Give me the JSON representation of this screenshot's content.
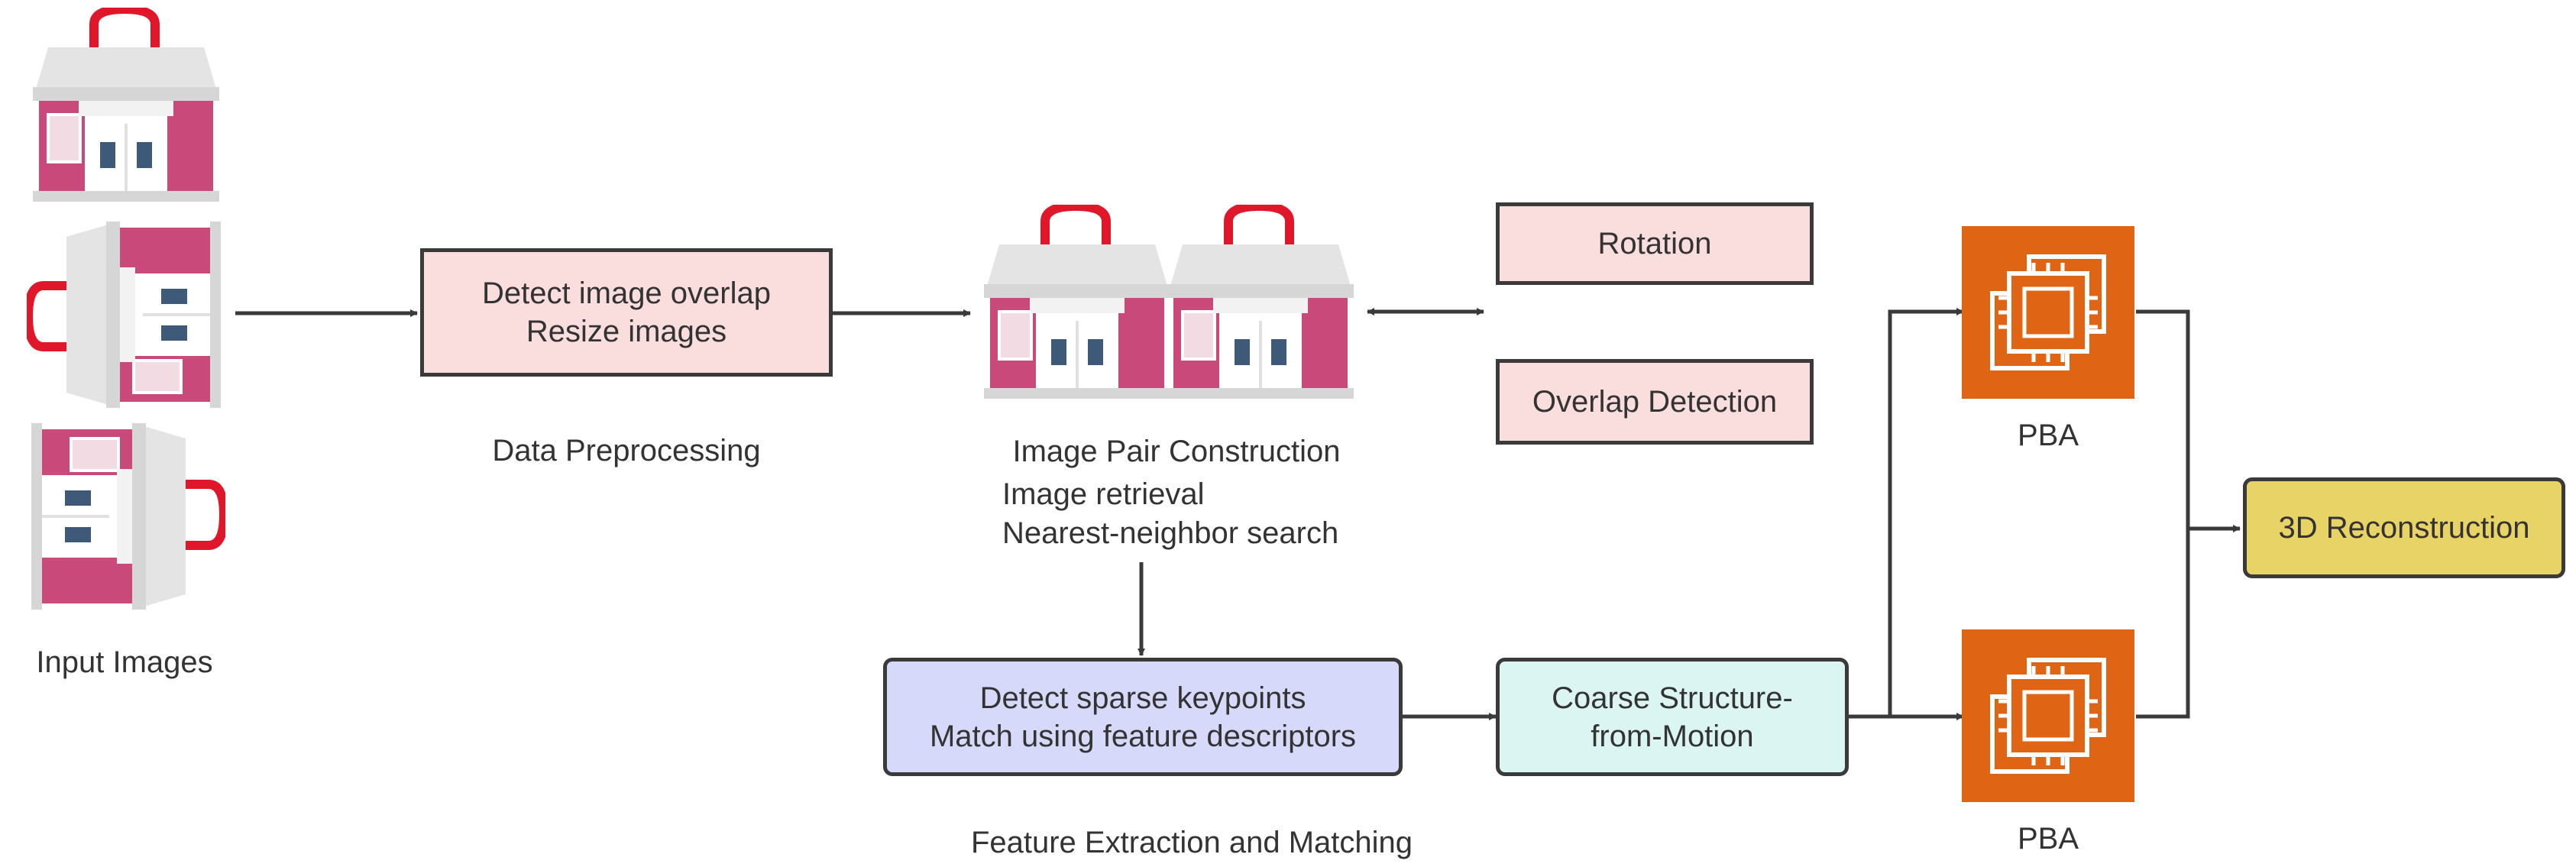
{
  "input": {
    "label": "Input Images",
    "icon": "store-building-icon"
  },
  "preprocess": {
    "lines": [
      "Detect image overlap",
      "Resize images"
    ],
    "caption": "Data Preprocessing",
    "fill": "#fadddd"
  },
  "pair": {
    "caption": "Image Pair Construction",
    "sub_lines": [
      "Image retrieval",
      "Nearest-neighbor search"
    ],
    "icon": "store-building-icon"
  },
  "options": [
    {
      "label": "Rotation"
    },
    {
      "label": "Overlap Detection"
    }
  ],
  "feature": {
    "lines": [
      "Detect sparse keypoints",
      "Match using feature descriptors"
    ],
    "caption": "Feature Extraction and Matching",
    "fill": "#d6d9fa"
  },
  "sfm": {
    "lines": [
      "Coarse Structure-",
      "from-Motion"
    ],
    "fill": "#dbf5f3"
  },
  "pba": [
    {
      "label": "PBA",
      "icon": "cpu-chip-icon"
    },
    {
      "label": "PBA",
      "icon": "cpu-chip-icon"
    }
  ],
  "recon": {
    "label": "3D Reconstruction",
    "fill": "#e8d466"
  },
  "colors": {
    "building_wall": "#c9497a",
    "building_roof": "#e8e8e8",
    "lock": "#e0162b",
    "pba": "#df6414",
    "stroke": "#3a3a3a"
  }
}
